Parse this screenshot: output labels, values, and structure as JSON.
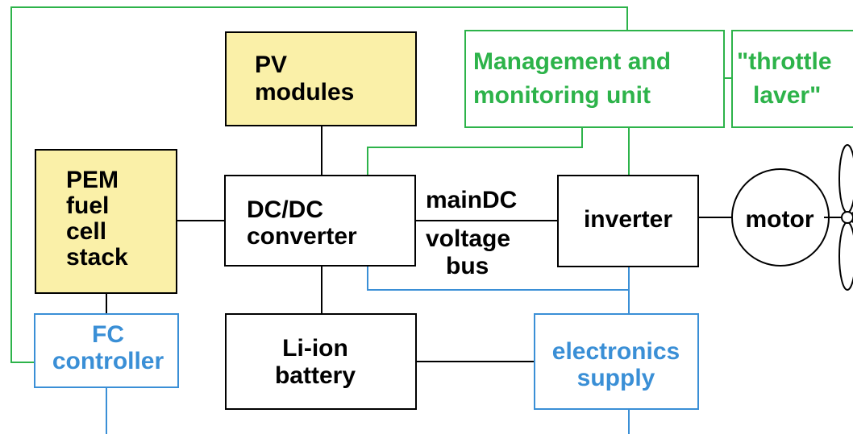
{
  "colors": {
    "black": "#000000",
    "green": "#2db34a",
    "blue": "#3a8fd6",
    "yellow_fill": "#faf0a8",
    "white": "#ffffff"
  },
  "blocks": {
    "pv": {
      "line1": "PV",
      "line2": "modules"
    },
    "pem": {
      "line1": "PEM",
      "line2": "fuel",
      "line3": "cell",
      "line4": "stack"
    },
    "dcdc": {
      "line1": "DC/DC",
      "line2": "converter"
    },
    "inverter": {
      "label": "inverter"
    },
    "motor": {
      "label": "motor"
    },
    "battery": {
      "line1": "Li-ion",
      "line2": "battery"
    },
    "fc_controller": {
      "line1": "FC",
      "line2": "controller"
    },
    "electronics": {
      "line1": "electronics",
      "line2": "supply"
    },
    "management": {
      "line1": "Management and",
      "line2": "monitoring unit"
    },
    "throttle": {
      "line1": "\"throttle",
      "line2": "laver\""
    }
  },
  "bus": {
    "line1": "mainDC",
    "line2": "voltage",
    "line3": "bus"
  },
  "icons": {
    "propeller": "propeller-icon"
  }
}
